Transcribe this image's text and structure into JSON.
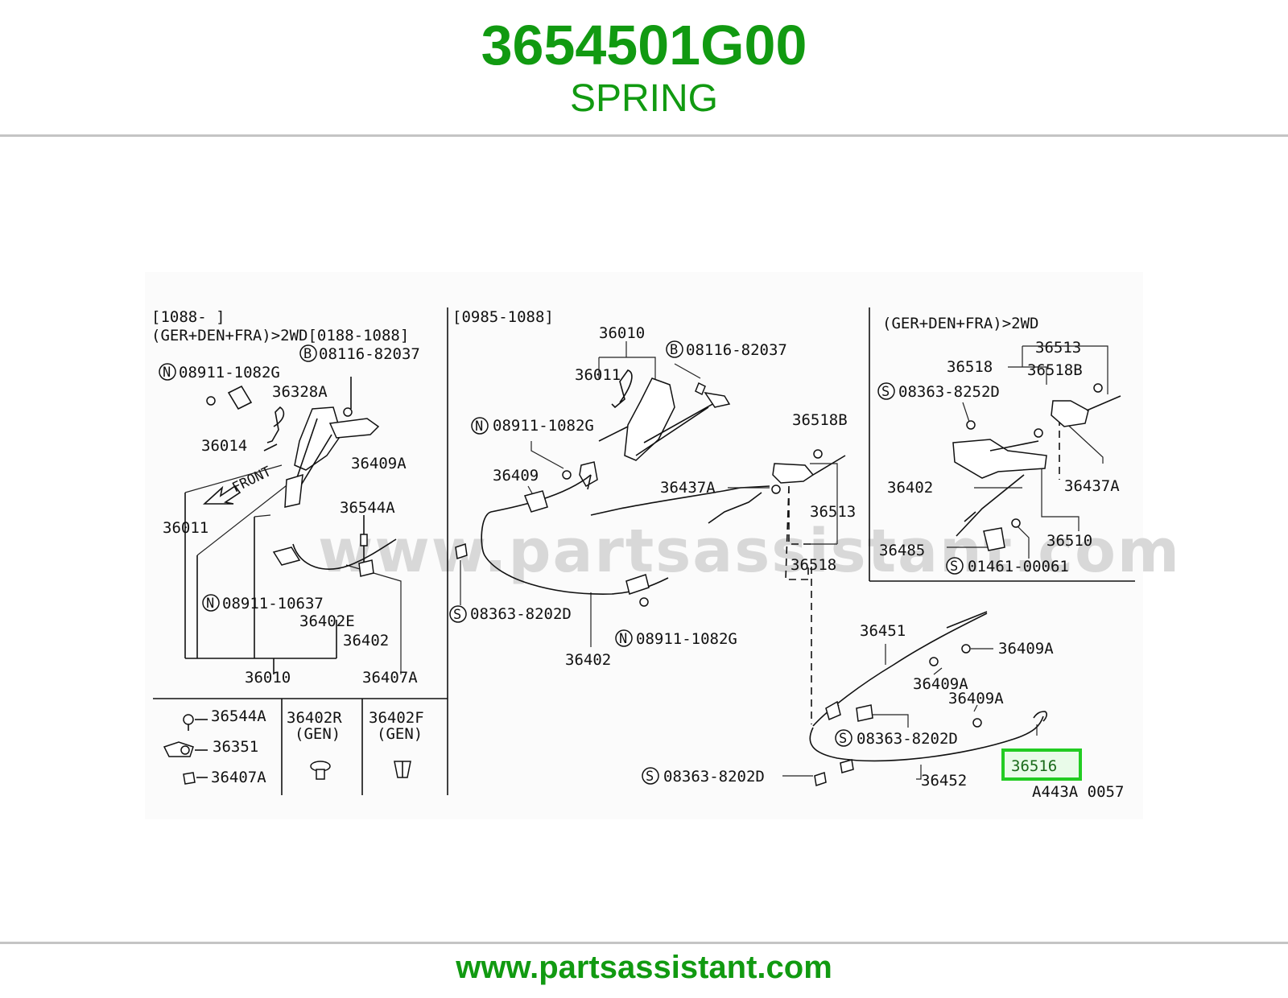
{
  "header": {
    "part_number": "3654501G00",
    "part_name": "SPRING"
  },
  "footer": {
    "url": "www.partsassistant.com"
  },
  "watermark": "www.partsassistant.com",
  "colors": {
    "brand_green": "#119a11",
    "highlight_green": "#22cc22",
    "rule_gray": "#c4c4c4"
  },
  "diagram": {
    "highlighted_part": "36516",
    "figure_code": "A443A 0057",
    "left_panel": {
      "condition_line1": "[1088-    ]",
      "condition_line2": "(GER+DEN+FRA)>2WD[0188-1088]",
      "front_label": "FRONT",
      "callouts": {
        "p08116_82037": "08116-82037",
        "p08911_1082g": "08911-1082G",
        "p36328a": "36328A",
        "p36014": "36014",
        "p36409a": "36409A",
        "p36011": "36011",
        "p36544a": "36544A",
        "p08911_10637": "08911-10637",
        "p36402e": "36402E",
        "p36402": "36402",
        "p36010": "36010",
        "p36407a": "36407A"
      },
      "symbol_b": "B",
      "symbol_n": "N"
    },
    "bottom_boxes": {
      "box1": {
        "p36544a": "36544A",
        "p36351": "36351",
        "p36407a": "36407A"
      },
      "box2": {
        "part": "36402R",
        "note": "(GEN)"
      },
      "box3": {
        "part": "36402F",
        "note": "(GEN)"
      }
    },
    "middle_panel": {
      "condition": "[0985-1088]",
      "callouts": {
        "p36010": "36010",
        "p36011": "36011",
        "p08116_82037": "08116-82037",
        "p08911_1082g_top": "08911-1082G",
        "p36409": "36409",
        "p08363_8202d": "08363-8202D",
        "p08911_1082g_bottom": "08911-1082G",
        "p36402": "36402"
      },
      "symbol_b": "B",
      "symbol_n": "N",
      "symbol_s": "S"
    },
    "center_callouts": {
      "p36518b": "36518B",
      "p36437a": "36437A",
      "p36513": "36513",
      "p36518": "36518"
    },
    "right_panel": {
      "condition": "(GER+DEN+FRA)>2WD",
      "callouts": {
        "p36513": "36513",
        "p36518": "36518",
        "p36518b": "36518B",
        "p08363_8252d": "08363-8252D",
        "p36402": "36402",
        "p36437a": "36437A",
        "p36485": "36485",
        "p36510": "36510",
        "p01461_00061": "01461-00061"
      },
      "symbol_s": "S"
    },
    "rear_cables": {
      "callouts": {
        "p36451": "36451",
        "p36409a_1": "36409A",
        "p36409a_2": "36409A",
        "p36409a_3": "36409A",
        "p08363_8202d_1": "08363-8202D",
        "p08363_8202d_2": "08363-8202D",
        "p36452": "36452",
        "p36516": "36516"
      },
      "symbol_s": "S"
    }
  }
}
